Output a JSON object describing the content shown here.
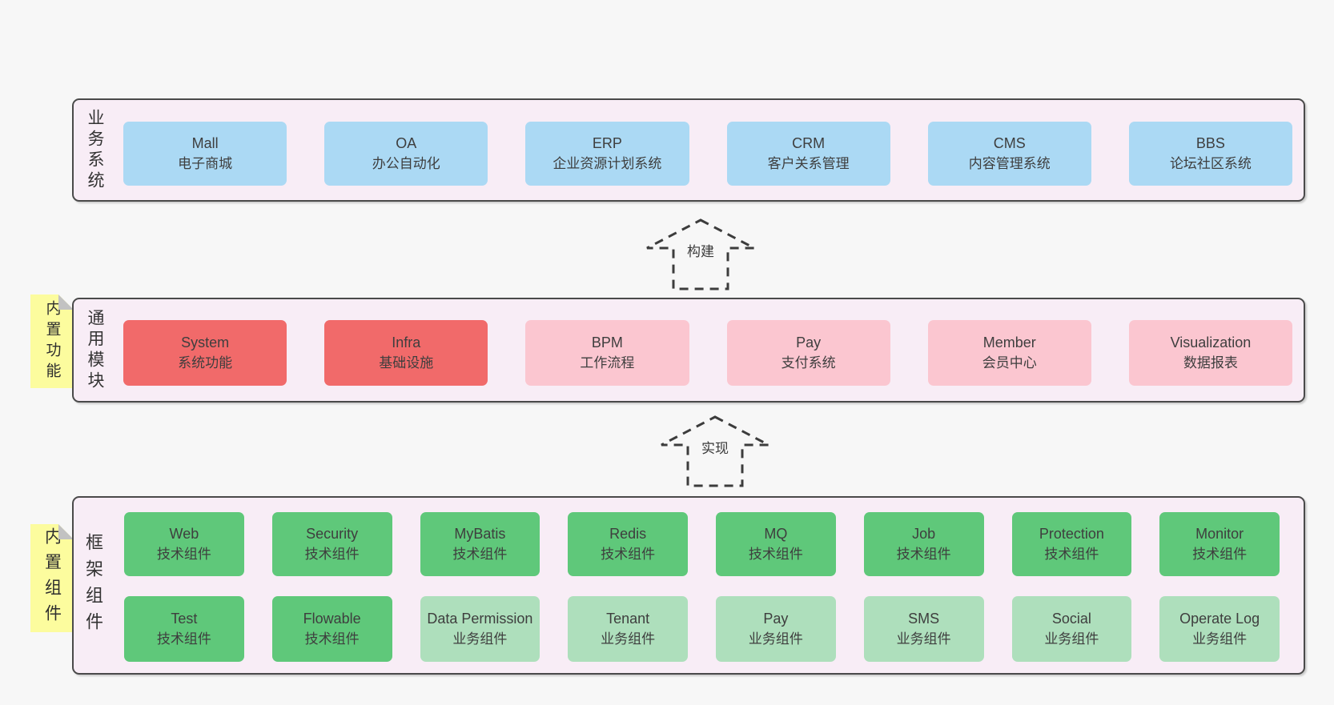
{
  "colors": {
    "page_bg": "#f7f7f7",
    "panel_bg": "#f8edf6",
    "panel_border": "#4a4a4a",
    "blue": "#abd9f4",
    "red": "#f16a6a",
    "pink": "#fbc6d0",
    "green": "#5fc87a",
    "light_green": "#aedfbc",
    "sticky_yellow": "#fcfc9e",
    "text": "#3e3e3e"
  },
  "panels": [
    {
      "id": "business",
      "side_label": "业务系统",
      "boxes": [
        {
          "title": "Mall",
          "subtitle": "电子商城",
          "variant": "blue"
        },
        {
          "title": "OA",
          "subtitle": "办公自动化",
          "variant": "blue"
        },
        {
          "title": "ERP",
          "subtitle": "企业资源计划系统",
          "variant": "blue"
        },
        {
          "title": "CRM",
          "subtitle": "客户关系管理",
          "variant": "blue"
        },
        {
          "title": "CMS",
          "subtitle": "内容管理系统",
          "variant": "blue"
        },
        {
          "title": "BBS",
          "subtitle": "论坛社区系统",
          "variant": "blue"
        }
      ]
    },
    {
      "id": "modules",
      "side_label": "通用模块",
      "sticky_label": "内置功能",
      "boxes": [
        {
          "title": "System",
          "subtitle": "系统功能",
          "variant": "red"
        },
        {
          "title": "Infra",
          "subtitle": "基础设施",
          "variant": "red"
        },
        {
          "title": "BPM",
          "subtitle": "工作流程",
          "variant": "pink"
        },
        {
          "title": "Pay",
          "subtitle": "支付系统",
          "variant": "pink"
        },
        {
          "title": "Member",
          "subtitle": "会员中心",
          "variant": "pink"
        },
        {
          "title": "Visualization",
          "subtitle": "数据报表",
          "variant": "pink"
        }
      ]
    },
    {
      "id": "components",
      "side_label": "框架组件",
      "sticky_label": "内置组件",
      "rows": [
        [
          {
            "title": "Web",
            "subtitle": "技术组件",
            "variant": "green"
          },
          {
            "title": "Security",
            "subtitle": "技术组件",
            "variant": "green"
          },
          {
            "title": "MyBatis",
            "subtitle": "技术组件",
            "variant": "green"
          },
          {
            "title": "Redis",
            "subtitle": "技术组件",
            "variant": "green"
          },
          {
            "title": "MQ",
            "subtitle": "技术组件",
            "variant": "green"
          },
          {
            "title": "Job",
            "subtitle": "技术组件",
            "variant": "green"
          },
          {
            "title": "Protection",
            "subtitle": "技术组件",
            "variant": "green"
          },
          {
            "title": "Monitor",
            "subtitle": "技术组件",
            "variant": "green"
          }
        ],
        [
          {
            "title": "Test",
            "subtitle": "技术组件",
            "variant": "green"
          },
          {
            "title": "Flowable",
            "subtitle": "技术组件",
            "variant": "green"
          },
          {
            "title": "Data Permission",
            "subtitle": "业务组件",
            "variant": "lightgreen"
          },
          {
            "title": "Tenant",
            "subtitle": "业务组件",
            "variant": "lightgreen"
          },
          {
            "title": "Pay",
            "subtitle": "业务组件",
            "variant": "lightgreen"
          },
          {
            "title": "SMS",
            "subtitle": "业务组件",
            "variant": "lightgreen"
          },
          {
            "title": "Social",
            "subtitle": "业务组件",
            "variant": "lightgreen"
          },
          {
            "title": "Operate Log",
            "subtitle": "业务组件",
            "variant": "lightgreen"
          }
        ]
      ]
    }
  ],
  "arrows": [
    {
      "label": "构建"
    },
    {
      "label": "实现"
    }
  ]
}
